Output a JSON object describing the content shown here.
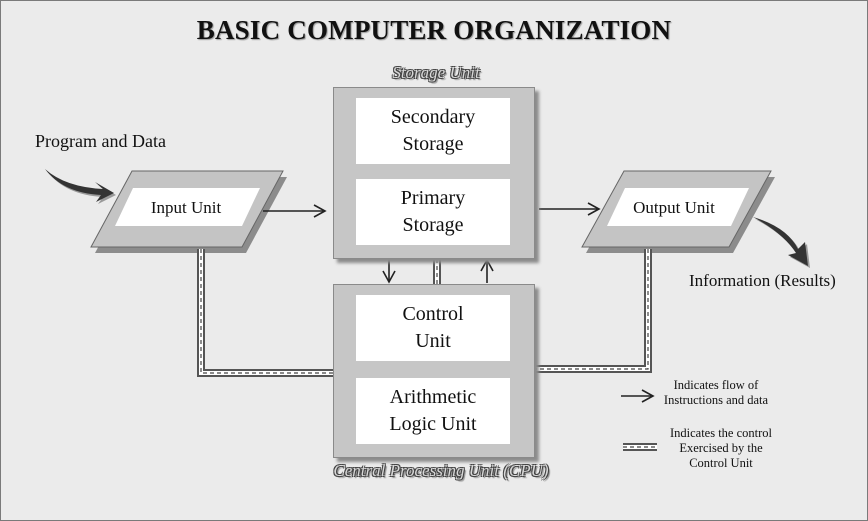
{
  "title": "BASIC COMPUTER ORGANIZATION",
  "storage_unit": {
    "caption": "Storage Unit",
    "secondary": "Secondary\nStorage",
    "primary": "Primary\nStorage"
  },
  "cpu": {
    "caption": "Central Processing Unit (CPU)",
    "control_unit": "Control\nUnit",
    "alu": "Arithmetic\nLogic Unit"
  },
  "input_unit": "Input Unit",
  "output_unit": "Output Unit",
  "input_source": "Program and Data",
  "output_result": "Information (Results)",
  "legend": {
    "flow": "Indicates flow of\nInstructions and data",
    "control": "Indicates the control\nExercised by the\nControl Unit"
  }
}
